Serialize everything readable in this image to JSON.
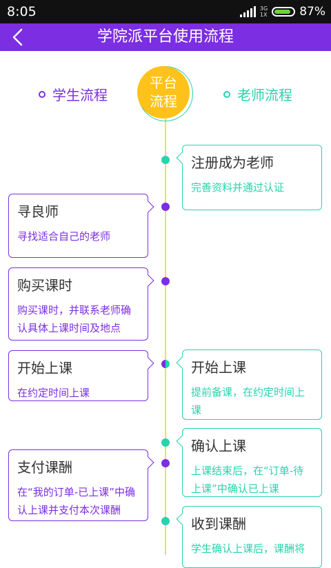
{
  "status_bar": {
    "time": "8:05",
    "network_top": "3G",
    "network_bottom": "1X",
    "battery_percent": "87%",
    "battery_level": 0.87
  },
  "header": {
    "title": "学院派平台使用流程",
    "back_icon": "chevron-left-icon"
  },
  "legend": {
    "student": "学生流程",
    "teacher": "老师流程",
    "center_line1": "平台",
    "center_line2": "流程"
  },
  "colors": {
    "purple": "#7b2ee2",
    "teal": "#26d3ad",
    "yellow": "#ffc21a"
  },
  "teacher_steps": [
    {
      "title": "注册成为老师",
      "desc": "完善资料并通过认证"
    },
    {
      "title": "开始上课",
      "desc": "提前备课，在约定时间上课"
    },
    {
      "title": "确认上课",
      "desc": "上课结束后，在“订单-待上课”中确认已上课"
    },
    {
      "title": "收到课酬",
      "desc": "学生确认上课后，课酬将"
    }
  ],
  "student_steps": [
    {
      "title": "寻良师",
      "desc": "寻找适合自己的老师"
    },
    {
      "title": "购买课时",
      "desc": "购买课时，并联系老师确认具体上课时间及地点"
    },
    {
      "title": "开始上课",
      "desc": "在约定时间上课"
    },
    {
      "title": "支付课酬",
      "desc": "在“我的订单-已上课”中确认上课并支付本次课酬"
    }
  ]
}
